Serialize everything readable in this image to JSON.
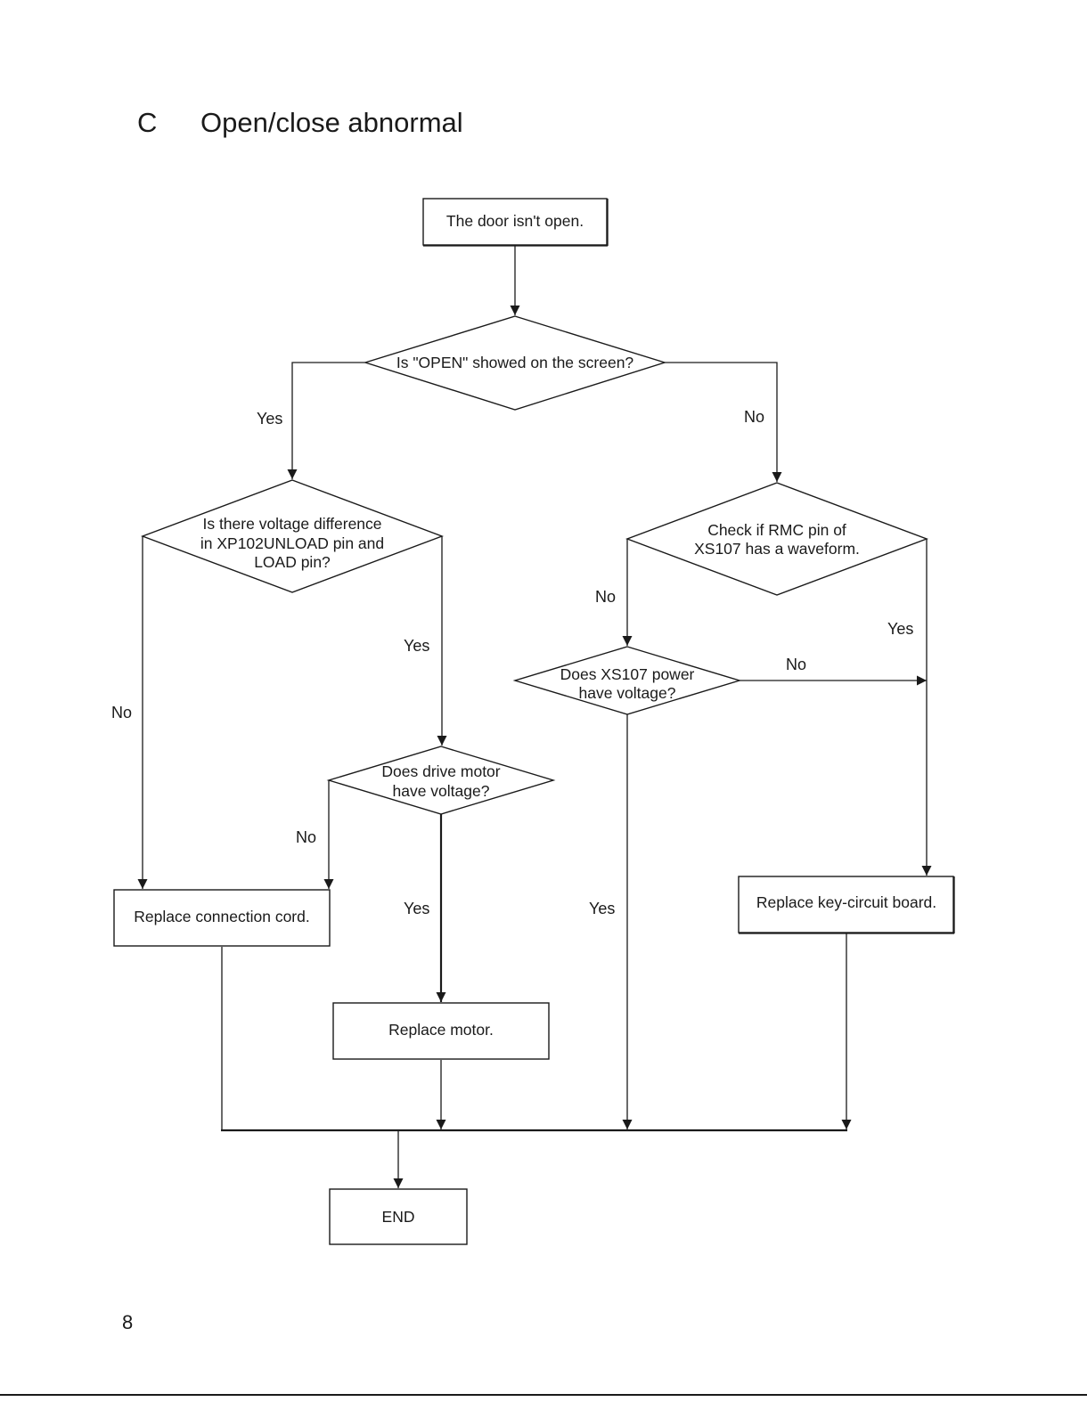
{
  "header": {
    "letter": "C",
    "title": "Open/close abnormal"
  },
  "page_number": "8",
  "nodes": {
    "start": "The door isn't open.",
    "q_open": "Is \"OPEN\" showed on the screen?",
    "q_voltage_diff": [
      "Is there voltage difference",
      "in XP102UNLOAD pin and",
      "LOAD pin?"
    ],
    "q_rmc": [
      "Check if RMC pin of",
      "XS107 has a waveform."
    ],
    "q_xs107_power": [
      "Does XS107 power",
      "have voltage?"
    ],
    "q_drive_motor": [
      "Does drive motor",
      "have voltage?"
    ],
    "replace_cord": "Replace connection cord.",
    "replace_key_board": "Replace key-circuit board.",
    "replace_motor": "Replace motor.",
    "end": "END"
  },
  "edge_labels": {
    "open_yes": "Yes",
    "open_no": "No",
    "diff_no": "No",
    "diff_yes": "Yes",
    "rmc_no": "No",
    "rmc_yes": "Yes",
    "power_no": "No",
    "power_yes": "Yes",
    "motor_no": "No",
    "motor_yes": "Yes"
  }
}
